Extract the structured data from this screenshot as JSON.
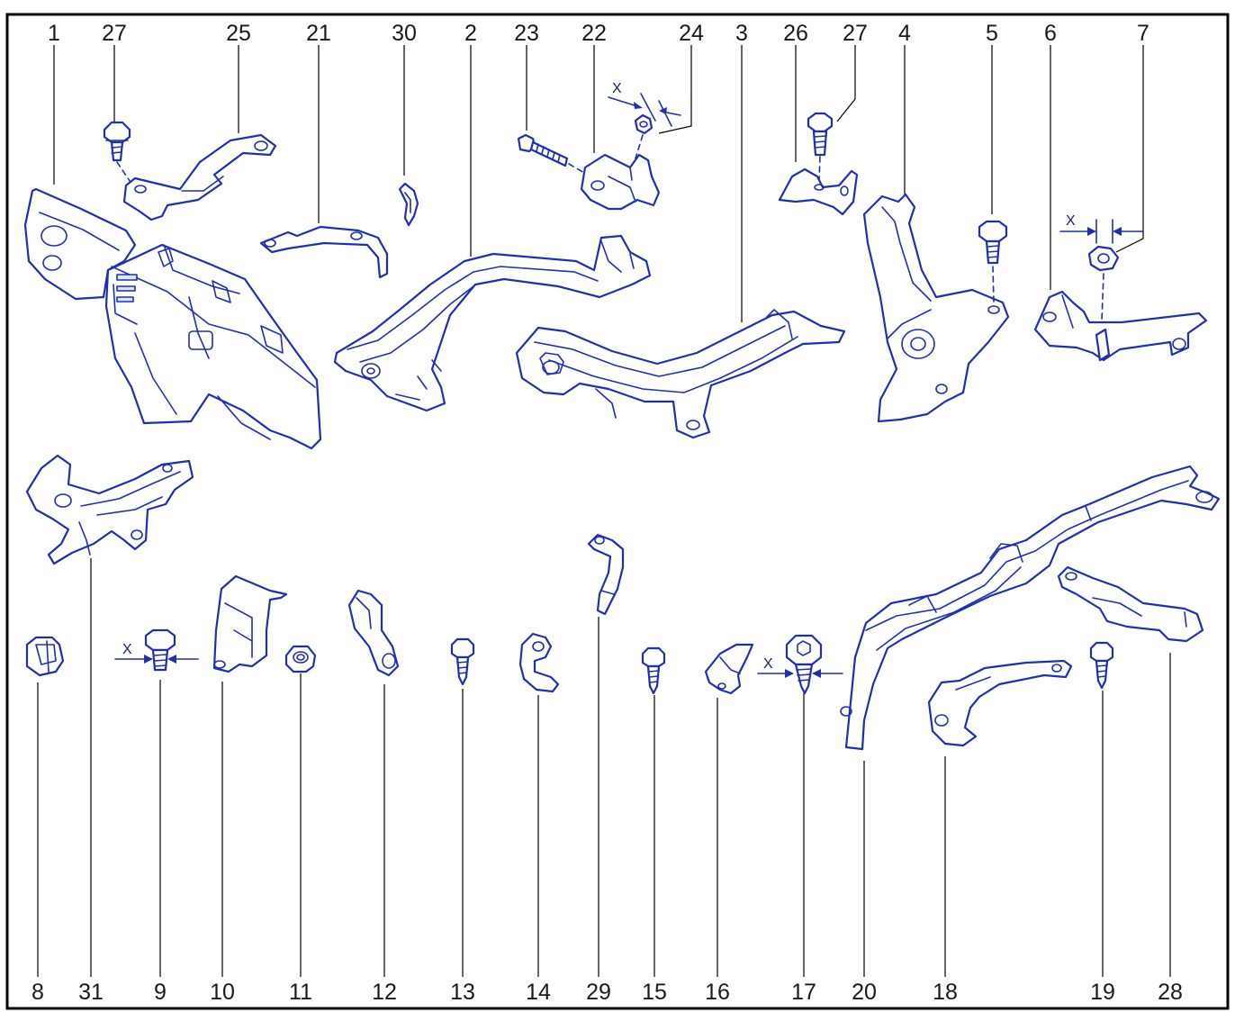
{
  "diagram": {
    "dimension_label": "X",
    "callouts": {
      "c1": "1",
      "c27a": "27",
      "c25": "25",
      "c21": "21",
      "c30": "30",
      "c2": "2",
      "c23": "23",
      "c22": "22",
      "c24": "24",
      "c3": "3",
      "c26": "26",
      "c27b": "27",
      "c4": "4",
      "c5": "5",
      "c6": "6",
      "c7": "7",
      "c8": "8",
      "c31": "31",
      "c9": "9",
      "c10": "10",
      "c11": "11",
      "c12": "12",
      "c13": "13",
      "c14": "14",
      "c29": "29",
      "c15": "15",
      "c16": "16",
      "c17": "17",
      "c20": "20",
      "c18": "18",
      "c19": "19",
      "c28": "28"
    }
  }
}
